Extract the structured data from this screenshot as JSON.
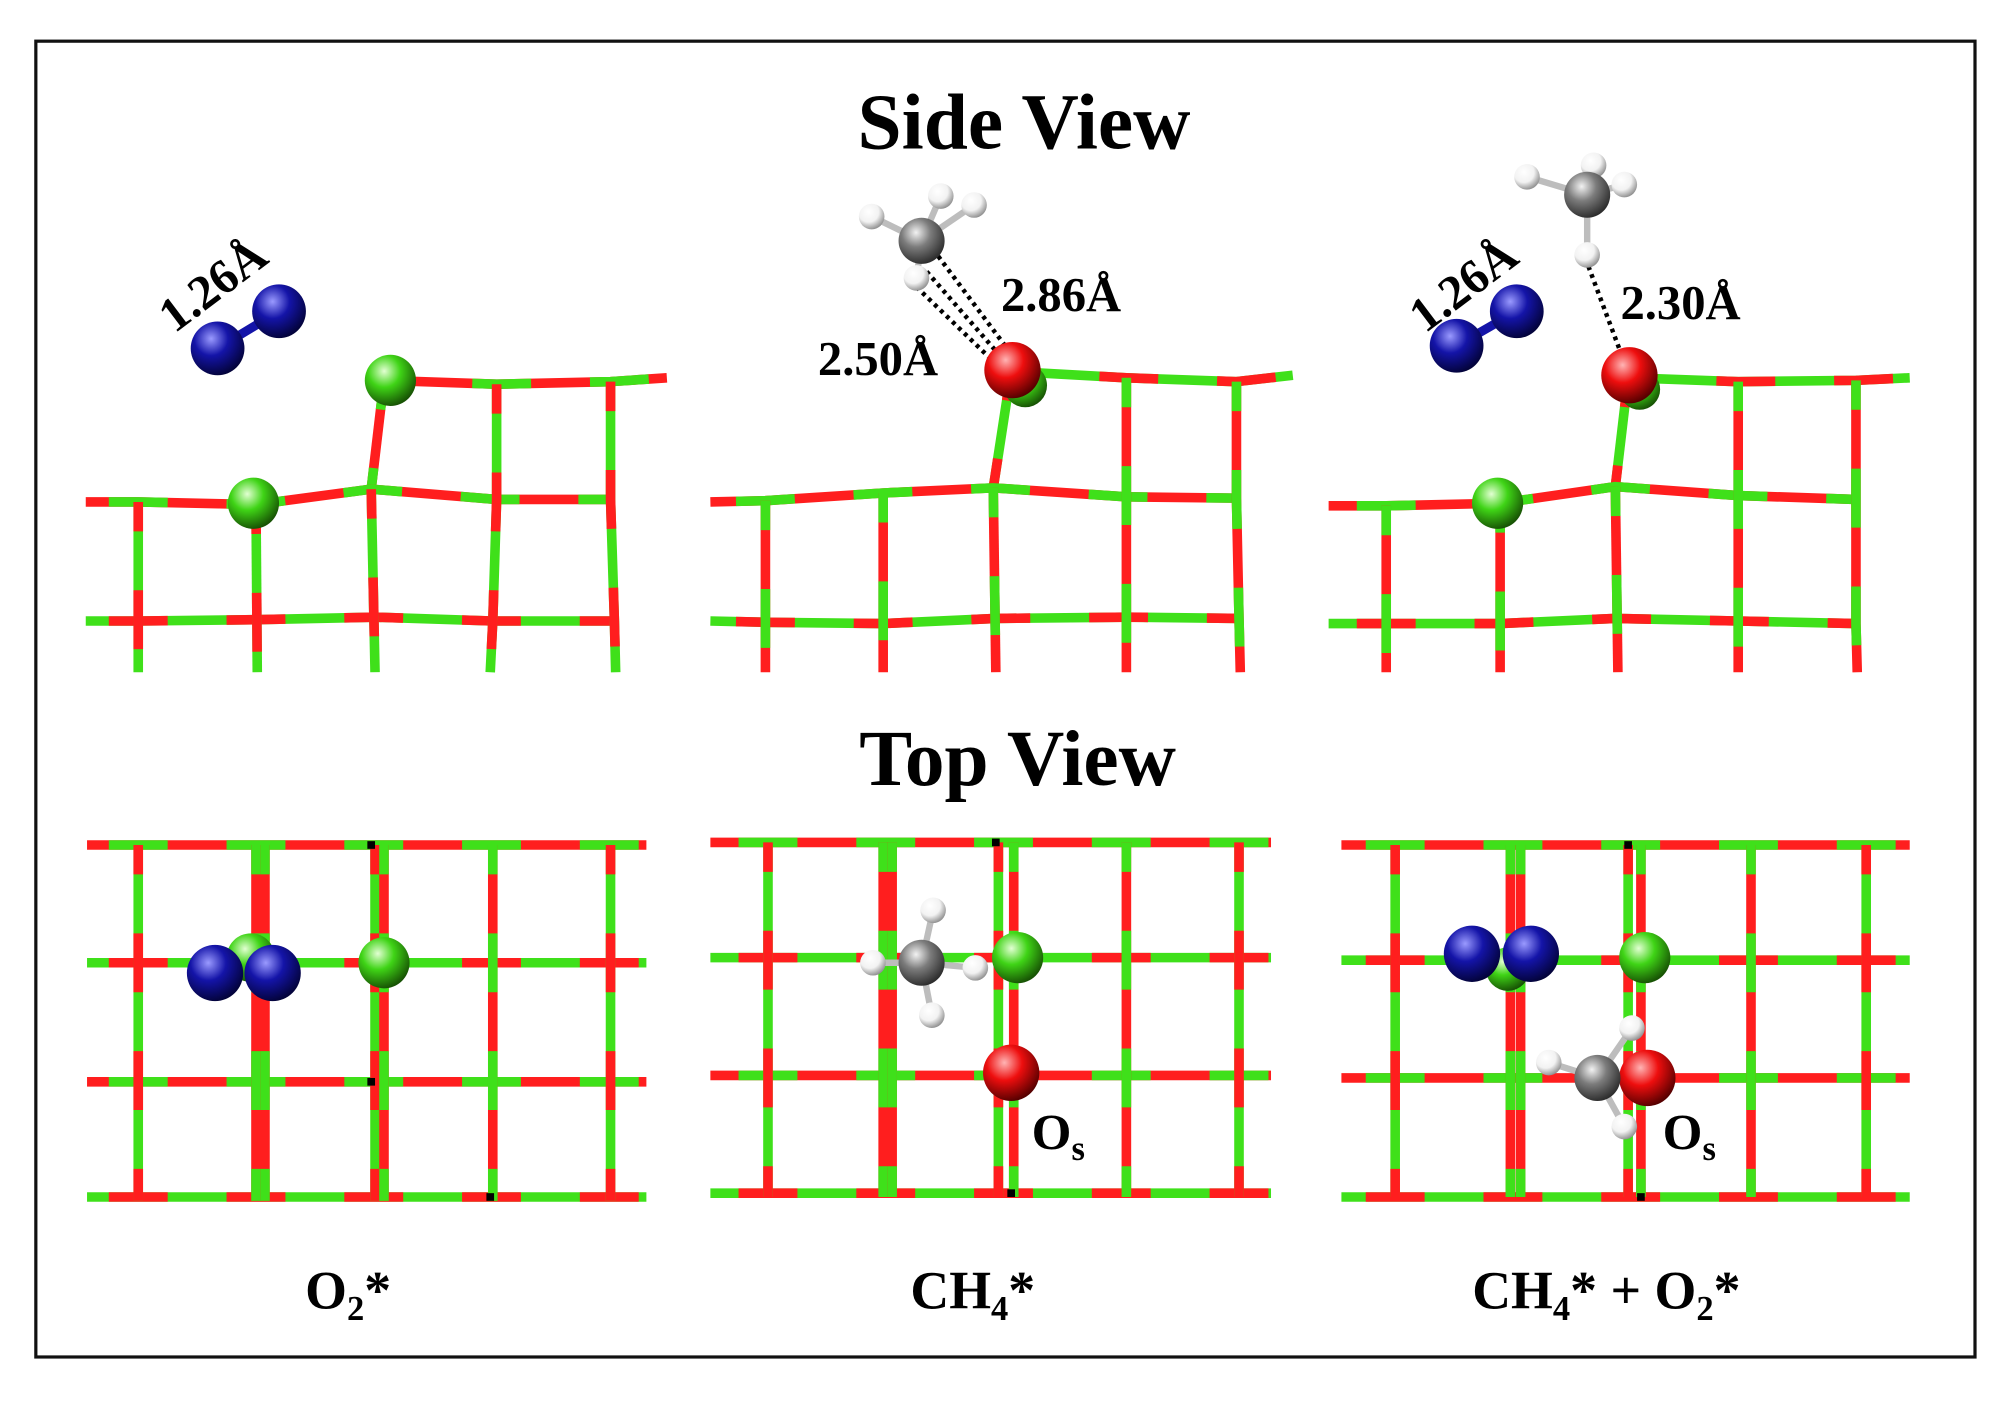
{
  "titles": {
    "side_view": "Side View",
    "top_view": "Top View"
  },
  "panels": [
    {
      "label": [
        {
          "text": "O"
        },
        {
          "text": "2",
          "sub": true
        },
        {
          "text": "*"
        }
      ],
      "distances": [
        {
          "text": "1.26Å"
        }
      ]
    },
    {
      "label": [
        {
          "text": "CH"
        },
        {
          "text": "4",
          "sub": true
        },
        {
          "text": "*"
        }
      ],
      "distances": [
        {
          "text": "2.86Å"
        },
        {
          "text": "2.50Å"
        }
      ],
      "os_label": [
        {
          "text": "O"
        },
        {
          "text": "s",
          "sub": true
        }
      ]
    },
    {
      "label": [
        {
          "text": "CH"
        },
        {
          "text": "4",
          "sub": true
        },
        {
          "text": "* + O"
        },
        {
          "text": "2",
          "sub": true
        },
        {
          "text": "*"
        }
      ],
      "distances": [
        {
          "text": "1.26Å"
        },
        {
          "text": "2.30Å"
        }
      ],
      "os_label": [
        {
          "text": "O"
        },
        {
          "text": "s",
          "sub": true
        }
      ]
    }
  ],
  "colors": {
    "lattice_red": "#ff1e1e",
    "lattice_green": "#3fe01a",
    "blue_atom": "#1414a8",
    "green_atom": "#3fd416",
    "red_atom": "#ee0e0e",
    "gray_atom": "#7c7c7c",
    "white_atom": "#f2f2f2",
    "distance_line": "#000000",
    "border": "#111111"
  }
}
